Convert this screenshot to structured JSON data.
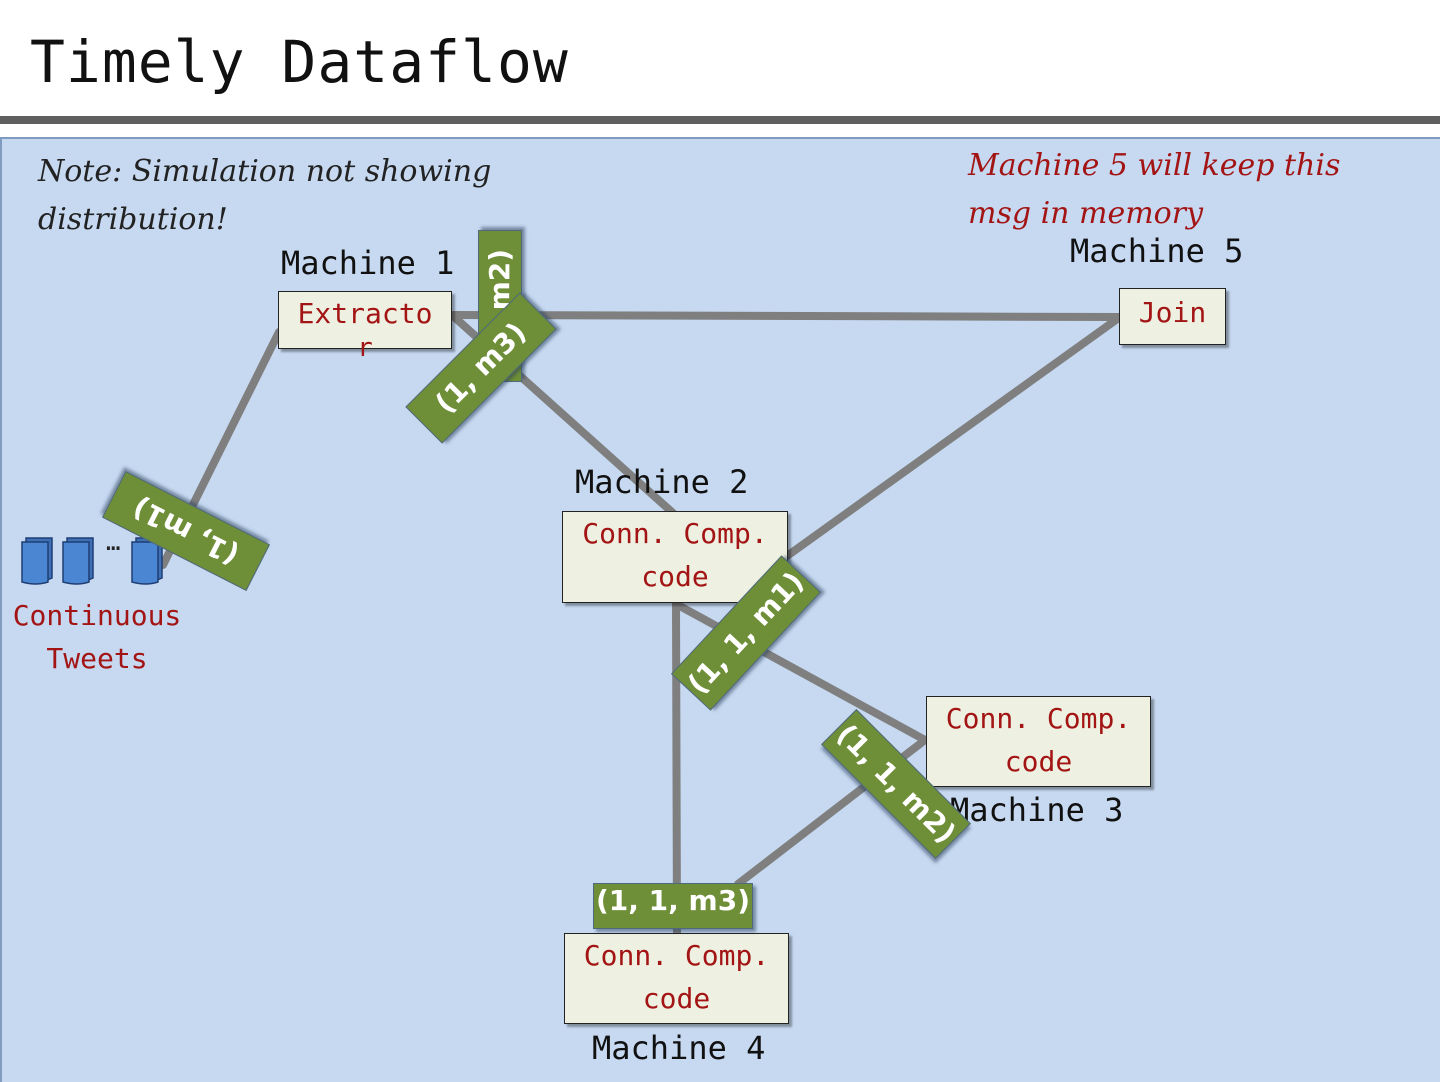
{
  "title": "Timely Dataflow",
  "notes": {
    "simulation": "Note: Simulation not showing distribution!",
    "memory": "Machine 5 will keep this msg in memory"
  },
  "machines": {
    "m1": "Machine 1",
    "m2": "Machine 2",
    "m3": "Machine 3",
    "m4": "Machine 4",
    "m5": "Machine 5"
  },
  "nodes": {
    "extractor_line1": "Extracto",
    "extractor_line2": "r",
    "join": "Join",
    "cc_line1": "Conn. Comp.",
    "cc_line2": "code"
  },
  "source": {
    "label_line1": "Continuous",
    "label_line2": "Tweets",
    "ellipsis": "…"
  },
  "messages": {
    "m1": "(1, m1)",
    "m2": "(1, m2)",
    "m3": "(1, m3)",
    "cc_m1": "(1, 1, m1)",
    "cc_m2": "(1, 1, m2)",
    "cc_m3": "(1, 1, m3)"
  },
  "colors": {
    "panel": "#c6d9f1",
    "message": "#6e8e37",
    "edge": "#7f7f7f",
    "node_text": "#a31515",
    "red_note": "#a31515"
  }
}
